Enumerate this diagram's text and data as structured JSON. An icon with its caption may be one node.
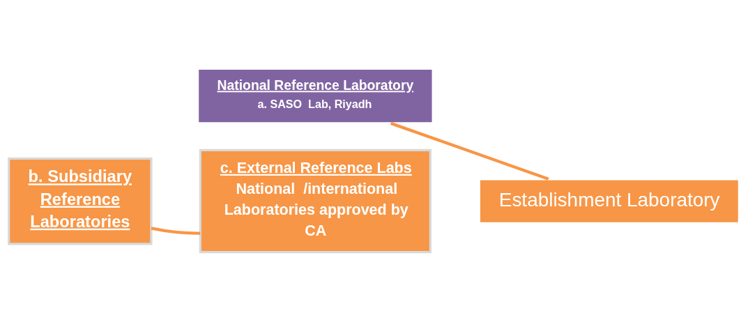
{
  "diagram": {
    "nodes": [
      {
        "text": [
          "National Reference Laboratory",
          "a. SASO  Lab, Riyadh"
        ]
      },
      {
        "text": [
          "b. Subsidiary Reference Laboratories"
        ]
      },
      {
        "text": [
          "c. External Reference Labs",
          "National  /international Laboratories approved by CA"
        ]
      },
      {
        "text": [
          "Establishment Laboratory"
        ]
      }
    ],
    "edges": [
      {
        "from": 0,
        "to": 3,
        "arrow": "none"
      },
      {
        "from": 1,
        "to": 2,
        "arrow": "none"
      }
    ]
  }
}
